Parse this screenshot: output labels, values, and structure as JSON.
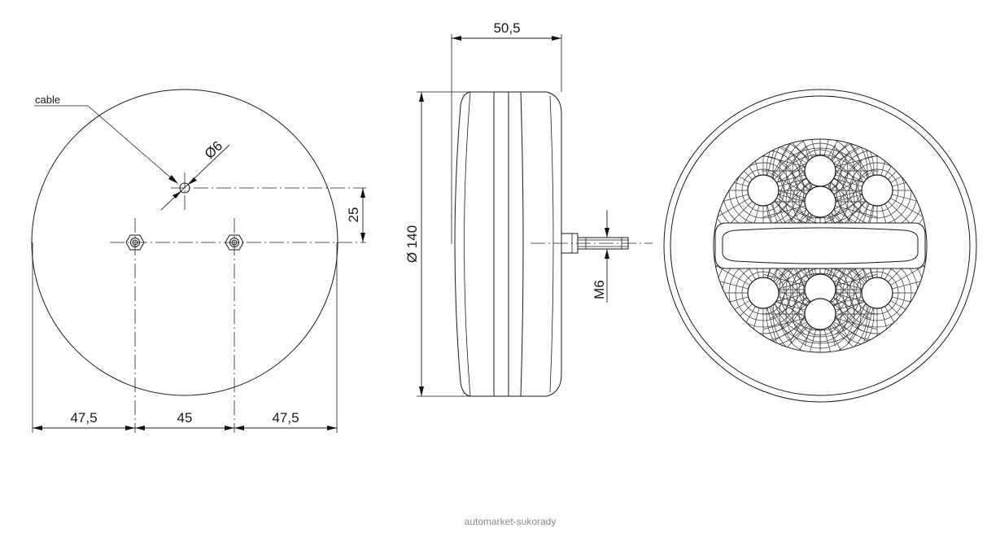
{
  "labels": {
    "cable": "cable",
    "hole_diameter": "Ø6",
    "offset_25": "25",
    "width_left": "47,5",
    "width_mid": "45",
    "width_right": "47,5",
    "depth": "50,5",
    "diameter": "Ø 140",
    "thread": "M6"
  },
  "watermark": "automarket-sukorady"
}
